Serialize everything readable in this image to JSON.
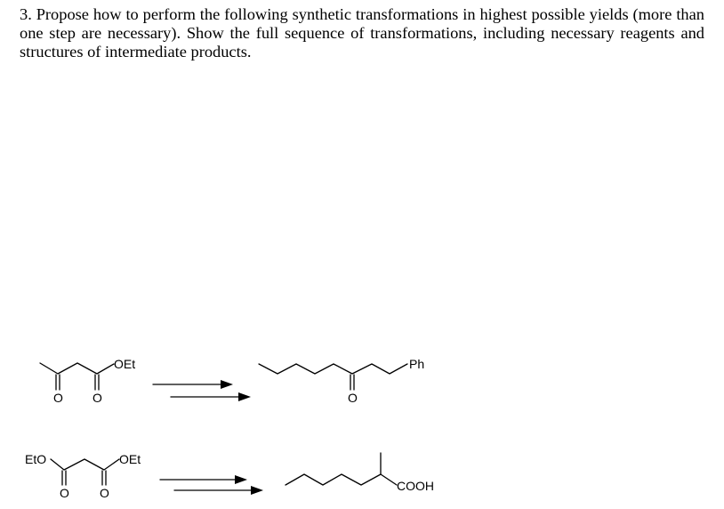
{
  "question": {
    "text": "3. Propose how to perform the following synthetic transformations in highest possible yields (more than one step are necessary). Show the full sequence of transformations, including necessary reagents and structures of intermediate products."
  },
  "reaction1": {
    "start_label_oet": "OEt",
    "start_label_o1": "O",
    "start_label_o2": "O",
    "product_label_ph": "Ph",
    "product_label_o": "O"
  },
  "reaction2": {
    "start_label_eto": "EtO",
    "start_label_oet": "OEt",
    "start_label_o1": "O",
    "start_label_o2": "O",
    "product_label_cooh": "COOH"
  }
}
